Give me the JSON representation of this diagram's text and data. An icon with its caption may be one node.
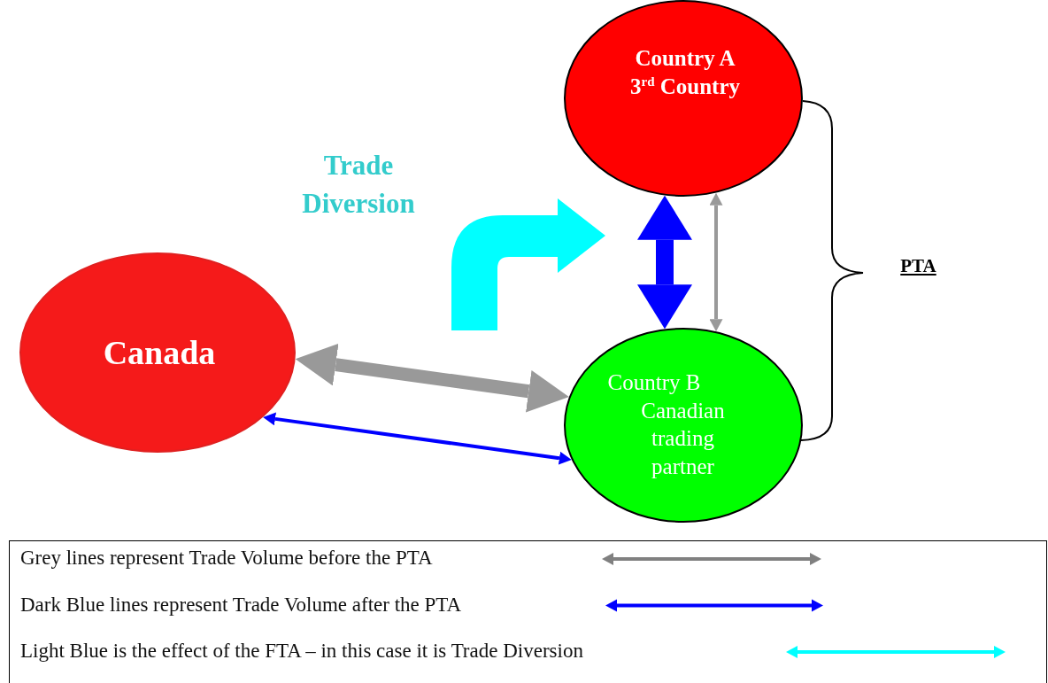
{
  "diagram": {
    "nodes": [
      {
        "text": [
          "Country A",
          "3$^{rd}$ Country"
        ]
      },
      {
        "text": [
          "Canada"
        ]
      },
      {
        "text": [
          "Country B",
          "Canadian trading partner"
        ]
      }
    ],
    "edges": [
      {
        "from": 1,
        "to": 2,
        "arrow": "both",
        "style": "thick",
        "color": "#999999"
      },
      {
        "from": 1,
        "to": 2,
        "arrow": "both",
        "color": "#0000ff"
      },
      {
        "from": 0,
        "to": 2,
        "arrow": "both",
        "color": "#999999"
      },
      {
        "from": 0,
        "to": 2,
        "arrow": "both",
        "style": "thick",
        "color": "#0000ff"
      }
    ],
    "labels": [
      "Trade Diversion",
      "PTA"
    ],
    "legend": [
      {
        "text": "Grey lines represent Trade Volume before the PTA"
      },
      {
        "text": "Dark Blue lines represent Trade Volume after the PTA"
      },
      {
        "text": "Light Blue is the effect of the FTA – in this case it is Trade Diversion"
      }
    ]
  }
}
